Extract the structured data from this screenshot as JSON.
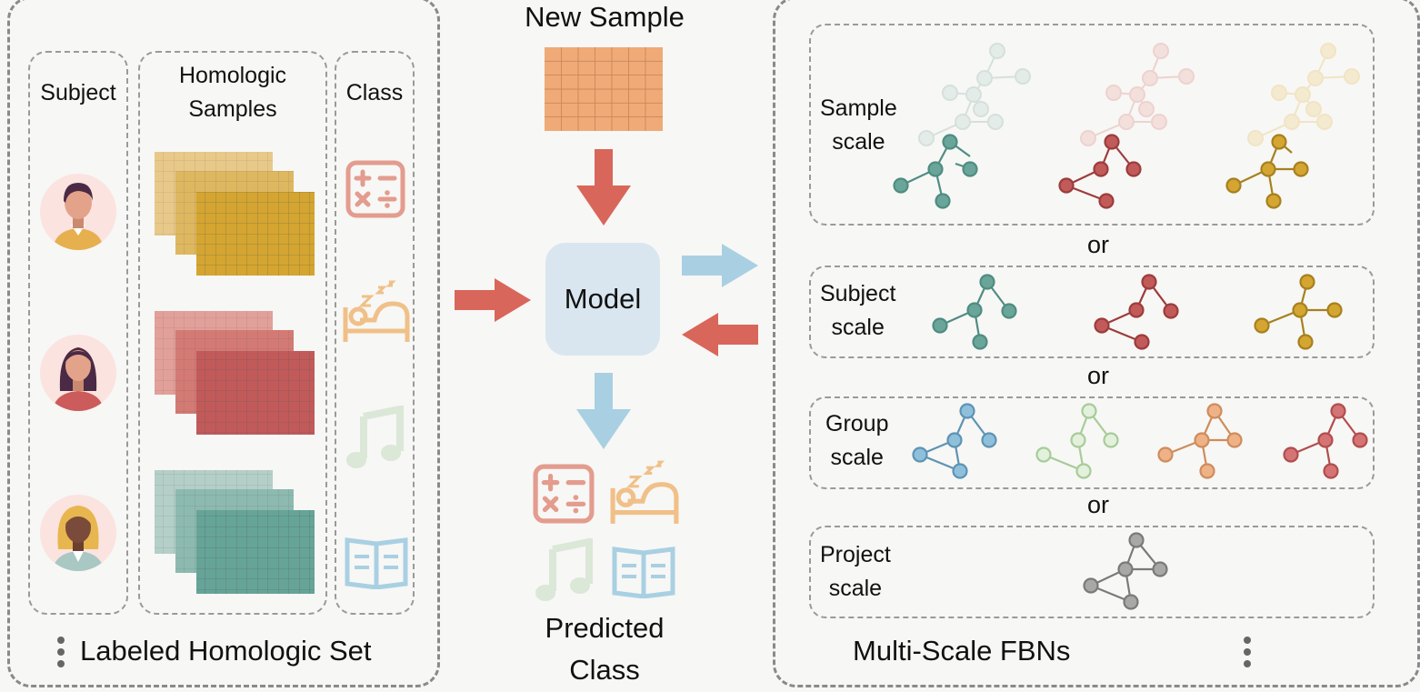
{
  "left": {
    "columns": {
      "subject": "Subject",
      "samples": "Homologic\nSamples",
      "class": "Class"
    },
    "footer": "Labeled Homologic Set"
  },
  "center": {
    "new_sample": "New Sample",
    "model": "Model",
    "predicted": "Predicted\nClass"
  },
  "right": {
    "scales": [
      {
        "label": "Sample\nscale"
      },
      {
        "label": "Subject\nscale"
      },
      {
        "label": "Group\nscale"
      },
      {
        "label": "Project\nscale"
      }
    ],
    "or": "or",
    "footer": "Multi-Scale FBNs"
  },
  "colors": {
    "gold": "#d4a530",
    "red": "#c25a5a",
    "teal": "#5e9e92",
    "orange": "#efaa78",
    "arrow_red": "#d9665a",
    "arrow_blue": "#a9d0e2",
    "grey": "#a0a0a0",
    "blue_net": "#7eb3d0",
    "green_net": "#b9dcae",
    "peach_net": "#e9b07e"
  },
  "icons": [
    "math-icon",
    "sleep-icon",
    "music-icon",
    "book-icon"
  ]
}
